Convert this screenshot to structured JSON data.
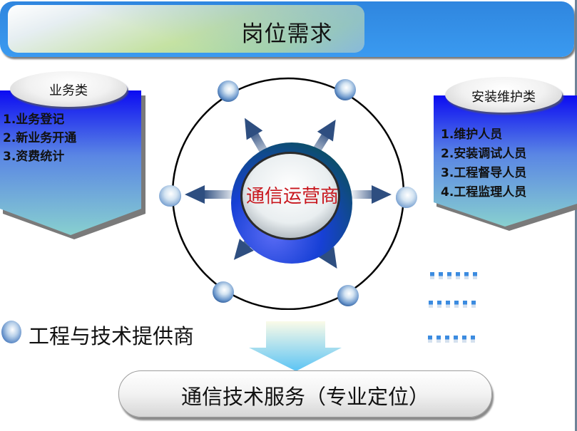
{
  "title": "岗位需求",
  "left_panel": {
    "heading": "业务类",
    "items": [
      "1.业务登记",
      "2.新业务开通",
      "3.资费统计"
    ]
  },
  "right_panel": {
    "heading": "安装维护类",
    "items": [
      "1.维护人员",
      "2.安装调试人员",
      "3.工程督导人员",
      "4.工程监理人员"
    ]
  },
  "center": {
    "label": "通信运营商",
    "satellite_count": 6
  },
  "legend": {
    "bullet_icon": "sphere-bullet-icon",
    "label": "工程与技术提供商"
  },
  "result": {
    "label": "通信技术服务（专业定位）"
  },
  "colors": {
    "banner_blue": "#2f86df",
    "panel_top": "#1010f0",
    "panel_bottom": "#86cfd0",
    "center_text": "#c8161d"
  }
}
